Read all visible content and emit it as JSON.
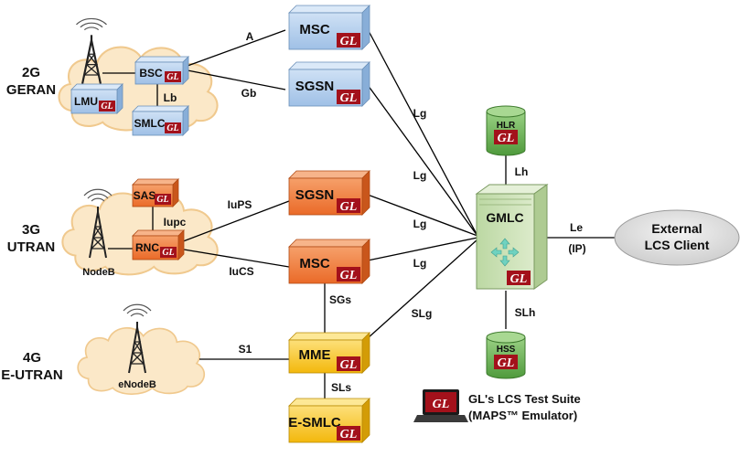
{
  "generations": {
    "g2": [
      "2G",
      "GERAN"
    ],
    "g3": [
      "3G",
      "UTRAN"
    ],
    "g4": [
      "4G",
      "E-UTRAN"
    ]
  },
  "nodes": {
    "bsc": "BSC",
    "lmu": "LMU",
    "smlc": "SMLC",
    "msc_2g": "MSC",
    "sgsn_2g": "SGSN",
    "sas": "SAS",
    "rnc": "RNC",
    "nodeb": "NodeB",
    "sgsn_3g": "SGSN",
    "msc_3g": "MSC",
    "mme": "MME",
    "esmlc": "E-SMLC",
    "enodeb": "eNodeB",
    "hlr": "HLR",
    "hss": "HSS",
    "gmlc": "GMLC",
    "lcs_client": [
      "External",
      "LCS Client"
    ]
  },
  "logo": "GL",
  "interfaces": {
    "a": "A",
    "gb": "Gb",
    "lb": "Lb",
    "lupc": "Iupc",
    "lups": "IuPS",
    "lucs": "IuCS",
    "sgs": "SGs",
    "s1": "S1",
    "sls": "SLs",
    "lh": "Lh",
    "slh": "SLh",
    "le": [
      "Le",
      "(IP)"
    ],
    "lg": "Lg",
    "slg": "SLg"
  },
  "suite": [
    "GL's LCS Test Suite",
    "(MAPS™ Emulator)"
  ],
  "colors": {
    "blue": "#a9c8ea",
    "orange": "#ee7a3a",
    "yellow": "#f6c418",
    "green": "#74b860",
    "gmlc": "#cde2b9",
    "cloud": "#fbe8c8",
    "client": "#dedede",
    "logo": "#a3111b"
  }
}
